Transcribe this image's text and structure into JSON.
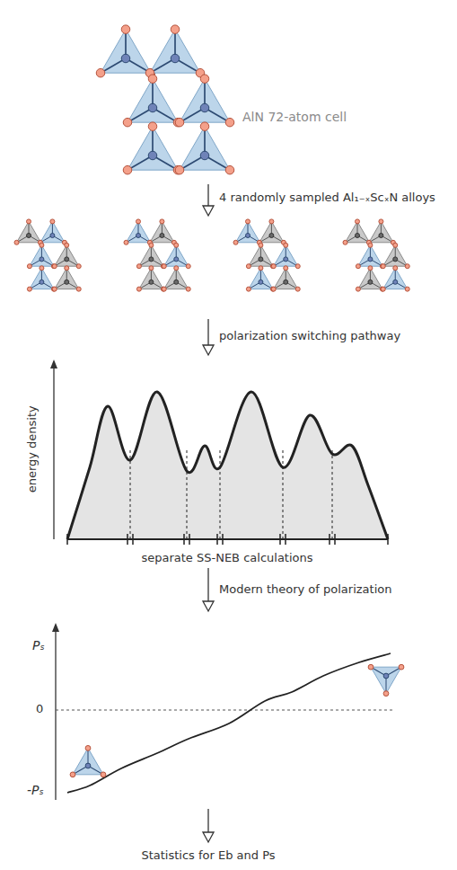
{
  "diagram": {
    "labels": [
      "AlN 72-atom cell",
      "4 randomly sampled Al₁₋ₓScₓN alloys",
      "polarization switching pathway",
      "energy density",
      "separate SS-NEB calculations",
      "Modern theory of polarization",
      "Pₛ",
      "0",
      "-Pₛ",
      "Statistics for Eb and Ps"
    ]
  }
}
